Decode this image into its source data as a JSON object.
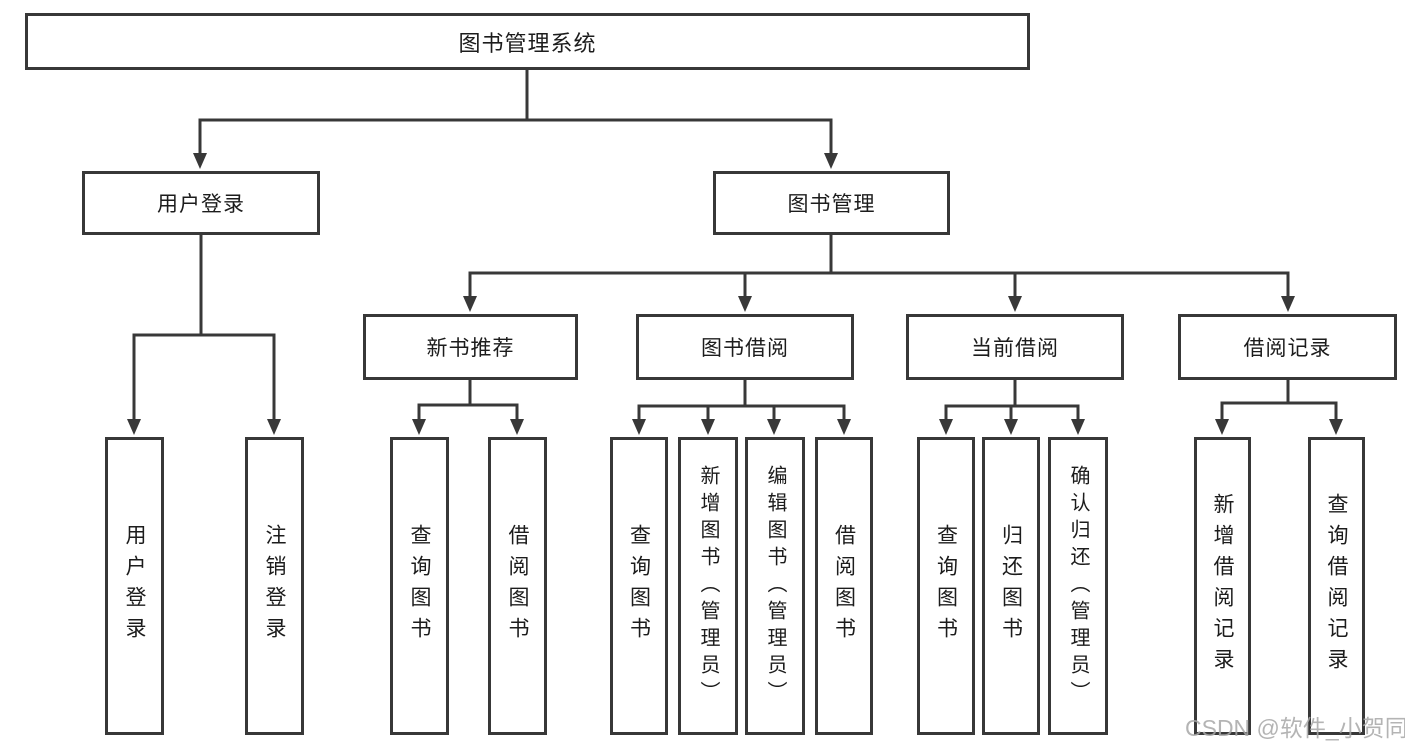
{
  "diagram": {
    "title": "图书管理系统",
    "level2": [
      "用户登录",
      "图书管理"
    ],
    "level3": [
      "新书推荐",
      "图书借阅",
      "当前借阅",
      "借阅记录"
    ],
    "leaves": {
      "user_login": [
        "用户登录",
        "注销登录"
      ],
      "new_books": [
        "查询图书",
        "借阅图书"
      ],
      "book_borrow": [
        "查询图书",
        "新增图书（管理员）",
        "编辑图书（管理员）",
        "借阅图书"
      ],
      "current_borrow": [
        "查询图书",
        "归还图书",
        "确认归还（管理员）"
      ],
      "borrow_records": [
        "新增借阅记录",
        "查询借阅记录"
      ]
    }
  },
  "watermark": "CSDN @软件_小贺同学",
  "colors": {
    "line": "#383838",
    "box_border": "#383838",
    "text": "#1c1c1c",
    "watermark": "#a8a8a8",
    "background": "#ffffff"
  }
}
